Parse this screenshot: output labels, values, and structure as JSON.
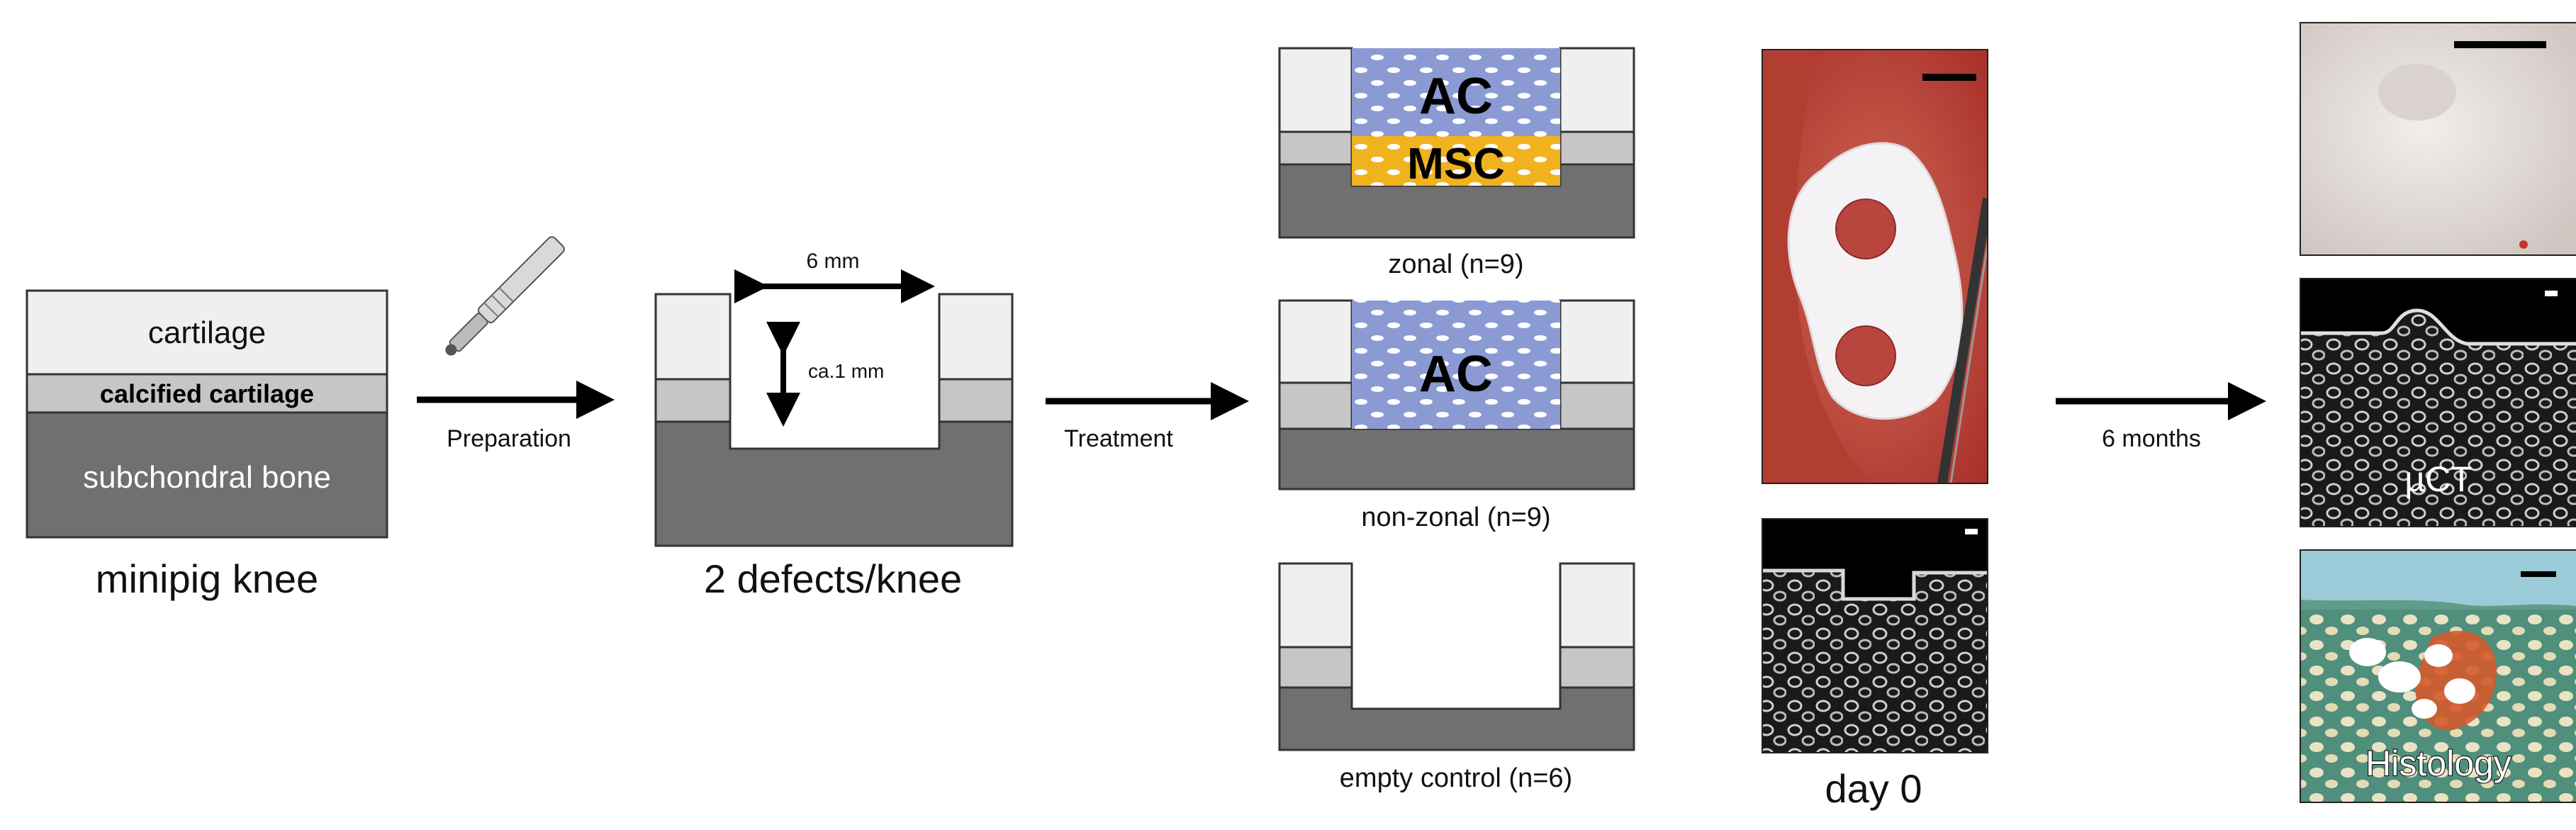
{
  "colors": {
    "cartilage": "#efefef",
    "calcified": "#c6c6c6",
    "bone": "#707070",
    "ac_blue": "#8c9ad4",
    "msc_yellow": "#f1b21f",
    "outline": "#333333"
  },
  "icons": [
    "biopsy-punch-icon",
    "arrow-right-icon",
    "double-arrow-icon",
    "scale-bar-icon"
  ],
  "layers": {
    "cartilage": "cartilage",
    "calcified": "calcified cartilage",
    "bone": "subchondral  bone"
  },
  "labels": {
    "minipig": "minipig knee",
    "defects": "2 defects/knee",
    "width": "6 mm",
    "depth": "ca.1 mm",
    "day0": "day 0"
  },
  "arrows": {
    "preparation": "Preparation",
    "treatment": "Treatment",
    "months": "6 months"
  },
  "groups": {
    "zonal": {
      "label": "zonal (n=9)",
      "top_text": "AC",
      "bottom_text": "MSC"
    },
    "nonzonal": {
      "label": "non-zonal  (n=9)",
      "text": "AC"
    },
    "empty": {
      "label": "empty control (n=6)"
    }
  },
  "outcomes": {
    "ct": "µCT",
    "histology": "Histology"
  }
}
